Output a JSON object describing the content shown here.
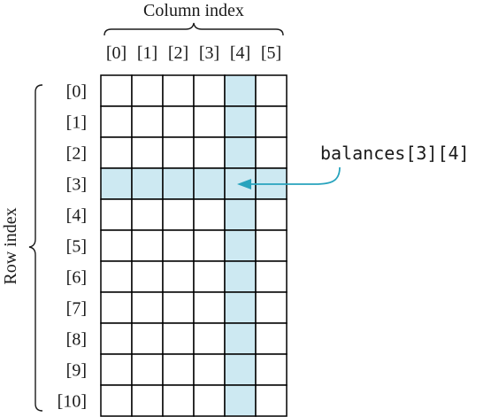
{
  "labels": {
    "column_index": "Column index",
    "row_index": "Row index",
    "reference": "balances[3][4]"
  },
  "column_indices": [
    "[0]",
    "[1]",
    "[2]",
    "[3]",
    "[4]",
    "[5]"
  ],
  "row_indices": [
    "[0]",
    "[1]",
    "[2]",
    "[3]",
    "[4]",
    "[5]",
    "[6]",
    "[7]",
    "[8]",
    "[9]",
    "[10]"
  ],
  "highlight": {
    "row": 3,
    "column": 4,
    "color": "#cde9f2",
    "arrow_color": "#27a3bd"
  },
  "colors": {
    "grid_line": "#000000",
    "text": "#1a1a1a",
    "cell_fill": "#ffffff"
  }
}
